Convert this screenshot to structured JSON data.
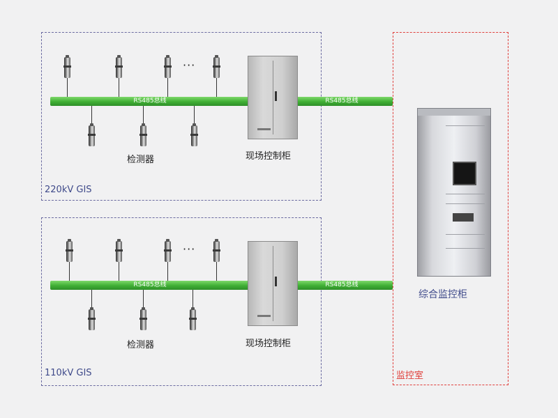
{
  "regions": {
    "gis220": {
      "label": "220kV GIS"
    },
    "gis110": {
      "label": "110kV GIS"
    },
    "control_room": {
      "label": "监控室"
    }
  },
  "bus_label": "RS485总线",
  "detector_label": "检测器",
  "ellipsis": "···",
  "field_cabinet_label": "现场控制柜",
  "monitor_cabinet_label": "综合监控柜",
  "colors": {
    "bus_green": "#3fae34",
    "region_border_blue": "#6a6aa0",
    "region_border_red": "#e0403c",
    "region_label_blue": "#3f4a8a"
  }
}
